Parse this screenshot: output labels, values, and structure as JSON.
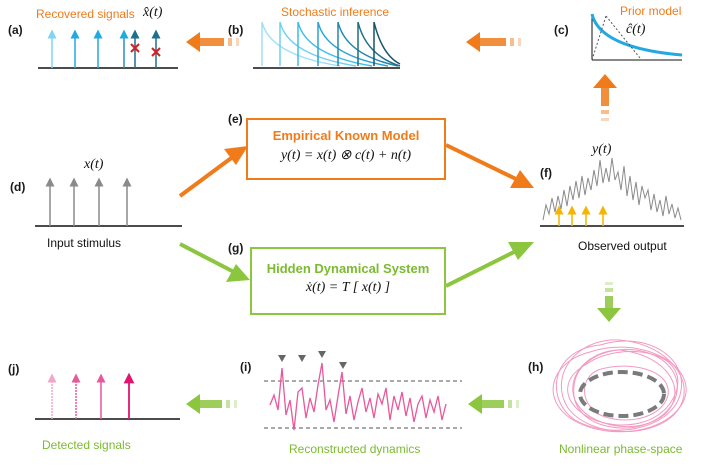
{
  "panels": {
    "a": {
      "letter": "(a)",
      "title": "Recovered signals",
      "symbol": "x̂(t)"
    },
    "b": {
      "letter": "(b)",
      "title": "Stochastic inference"
    },
    "c": {
      "letter": "(c)",
      "title": "Prior model",
      "symbol": "ĉ(t)"
    },
    "d": {
      "letter": "(d)",
      "symbol": "x(t)",
      "caption": "Input stimulus"
    },
    "e": {
      "letter": "(e)",
      "title": "Empirical Known Model",
      "equation": "y(t) = x(t) ⊗ c(t) + n(t)"
    },
    "f": {
      "letter": "(f)",
      "symbol": "y(t)",
      "caption": "Observed output"
    },
    "g": {
      "letter": "(g)",
      "title": "Hidden Dynamical System",
      "equation": "ẋ(t) = T [ x(t) ]"
    },
    "h": {
      "letter": "(h)",
      "caption": "Nonlinear  phase-space"
    },
    "i": {
      "letter": "(i)",
      "caption": "Reconstructed dynamics"
    },
    "j": {
      "letter": "(j)",
      "caption": "Detected signals"
    }
  },
  "colors": {
    "orange": "#f07b1b",
    "green": "#8cc63f",
    "blue": "#22a9e1",
    "teal": "#1d6f8a",
    "pink": "#e8589a",
    "magenta": "#e0156f",
    "gray": "#8a8a8a",
    "yellow": "#f5b400",
    "red": "#d42020"
  }
}
